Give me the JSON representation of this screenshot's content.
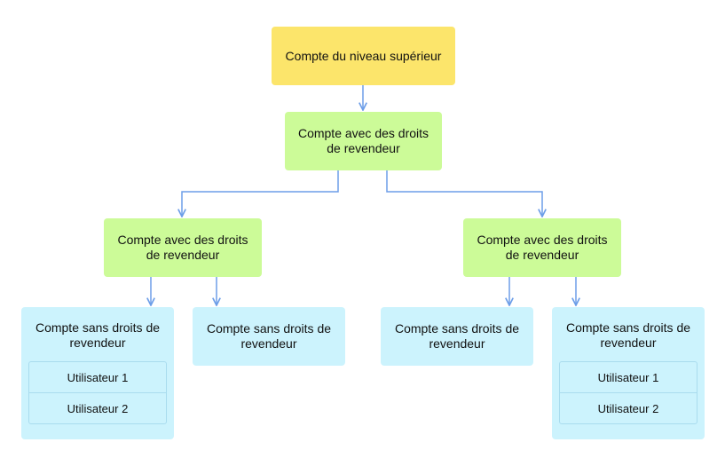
{
  "diagram": {
    "colors": {
      "top": "#fce56b",
      "reseller": "#ccfb98",
      "non_reseller": "#ccf3fd",
      "connector": "#6d9ee8"
    },
    "top": {
      "label": "Compte du niveau supérieur"
    },
    "reseller_main": {
      "label": "Compte avec des droits\nde revendeur"
    },
    "reseller_left": {
      "label": "Compte avec des droits\nde revendeur"
    },
    "reseller_right": {
      "label": "Compte avec des droits\nde revendeur"
    },
    "leaves": [
      {
        "label": "Compte sans droits de\nrevendeur",
        "users": [
          "Utilisateur 1",
          "Utilisateur 2"
        ]
      },
      {
        "label": "Compte sans droits de\nrevendeur",
        "users": []
      },
      {
        "label": "Compte sans droits de\nrevendeur",
        "users": []
      },
      {
        "label": "Compte sans droits de\nrevendeur",
        "users": [
          "Utilisateur 1",
          "Utilisateur 2"
        ]
      }
    ]
  }
}
